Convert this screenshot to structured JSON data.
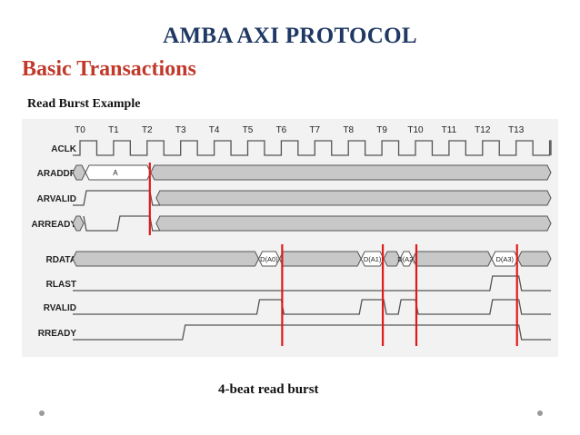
{
  "slide": {
    "title": "AMBA AXI PROTOCOL",
    "subtitle": "Basic Transactions",
    "example_label": "Read Burst Example",
    "caption": "4-beat read burst"
  },
  "diagram": {
    "clock_labels": [
      "T0",
      "T1",
      "T2",
      "T3",
      "T4",
      "T5",
      "T6",
      "T7",
      "T8",
      "T9",
      "T10",
      "T11",
      "T12",
      "T13"
    ],
    "signals": [
      "ACLK",
      "ARADDR",
      "ARVALID",
      "ARREADY",
      "RDATA",
      "RLAST",
      "RVALID",
      "RREADY"
    ],
    "araddr_value": "A",
    "rdata_values": [
      "D(A0)",
      "D(A1)",
      "D(A2)",
      "D(A3)"
    ],
    "colors": {
      "bus_fill": "#c8c8c8",
      "trace": "#555555",
      "marker": "#e01919",
      "background": "#f2f2f2"
    }
  }
}
